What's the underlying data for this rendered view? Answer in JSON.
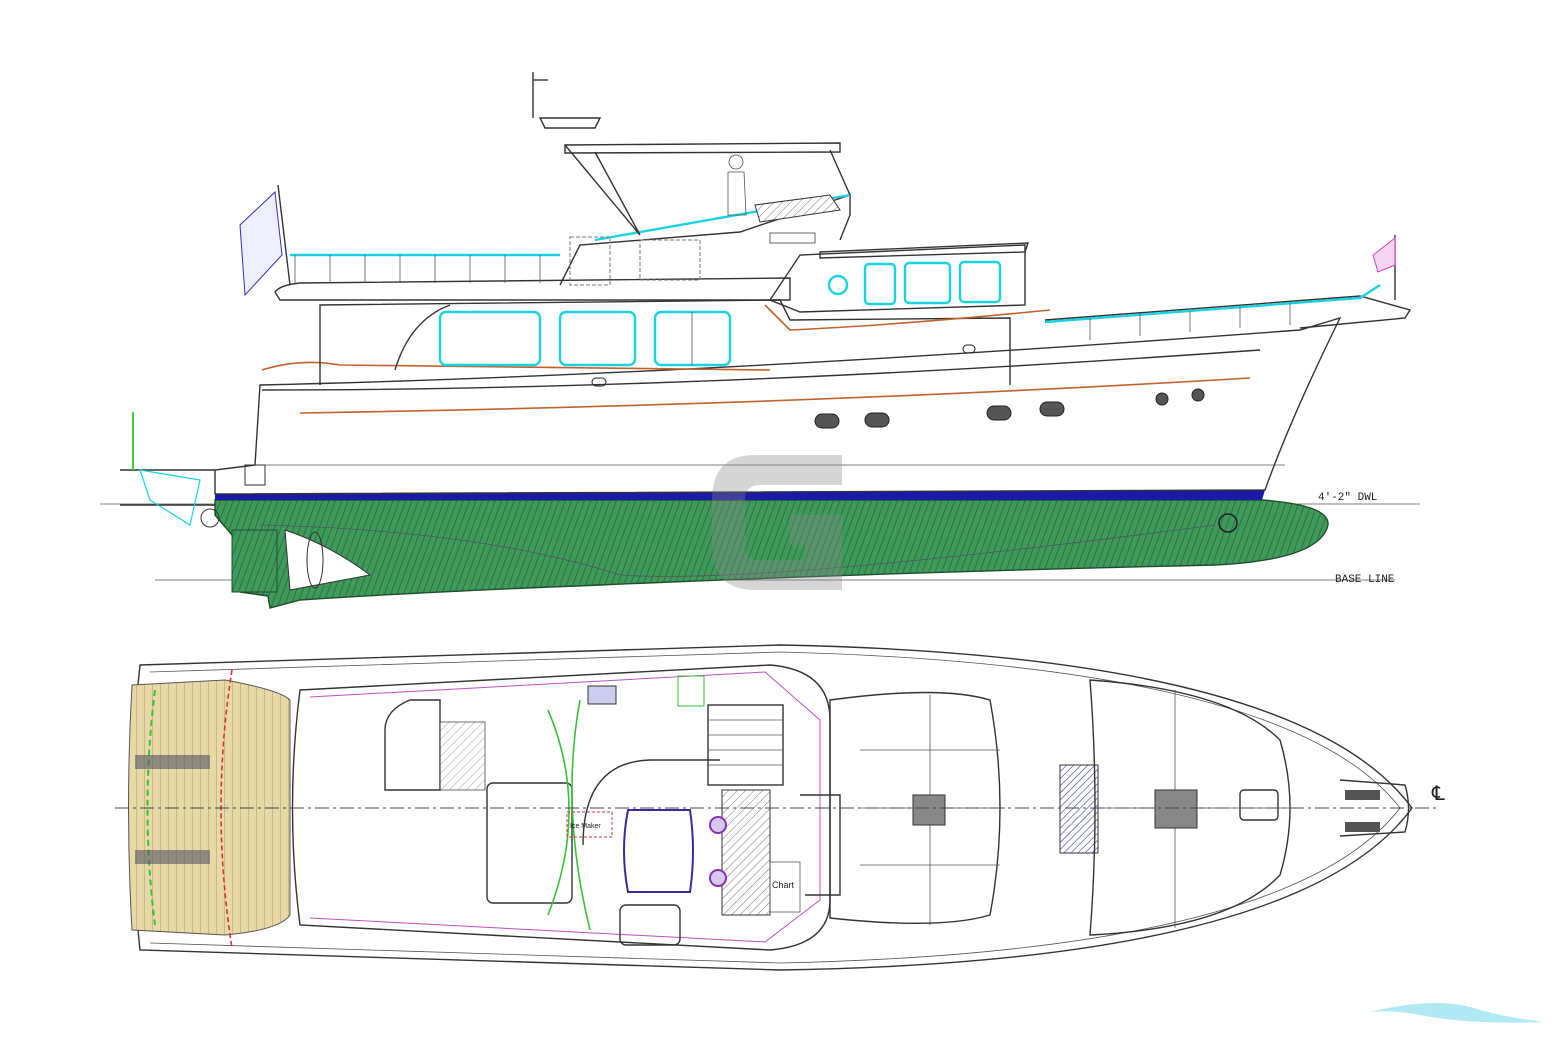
{
  "drawing": {
    "profile": {
      "waterline_label": "4'-2\" DWL",
      "baseline_label": "BASE LINE",
      "antifouling_color": "#2e8b4e",
      "boot_stripe_color": "#1a1aa8",
      "glazing_color": "#19d3e0",
      "rubrail_color": "#c4622d"
    },
    "plan": {
      "ice_maker_label": "Ice Maker",
      "chart_label": "Chart",
      "centerline_symbol": "℄",
      "swim_platform_color": "#e6d9a6"
    },
    "watermark": {
      "logo": "G",
      "brand_swoosh": "boat-portal-swoosh"
    }
  }
}
